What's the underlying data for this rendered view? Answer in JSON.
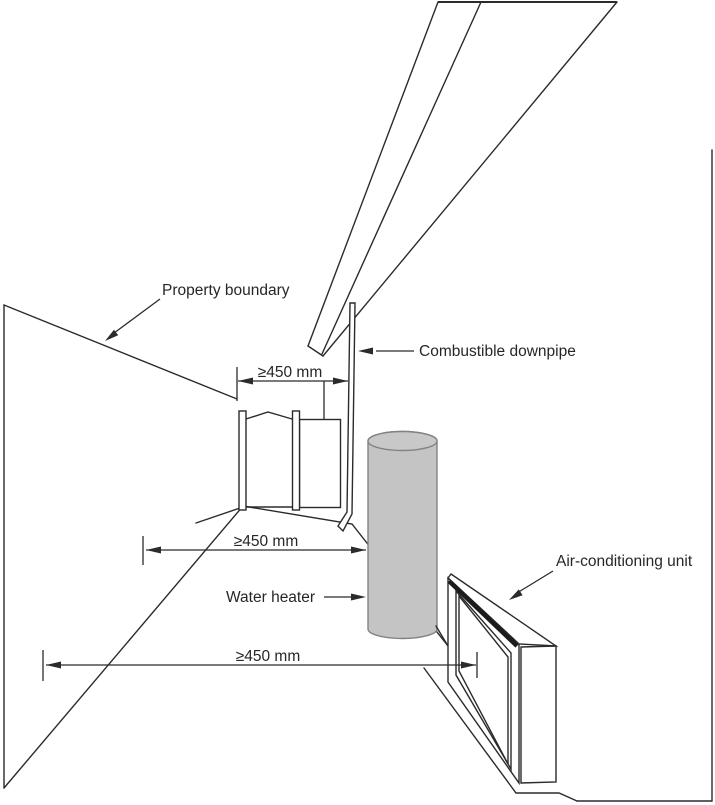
{
  "diagram": {
    "background": "#ffffff",
    "line_color": "#2b2b2b",
    "labels": {
      "property_boundary": "Property boundary",
      "combustible_downpipe": "Combustible downpipe",
      "water_heater": "Water heater",
      "air_conditioning_unit": "Air-conditioning unit"
    },
    "dimensions": {
      "flue_to_downpipe": "≥450 mm",
      "boundary_to_water_heater": "≥450 mm",
      "boundary_to_air_conditioning_unit": "≥450 mm"
    },
    "water_heater_cylinder": {
      "fill": "#c4c4c4",
      "top_fill": "#c8c8c8",
      "stroke": "#828282"
    }
  }
}
